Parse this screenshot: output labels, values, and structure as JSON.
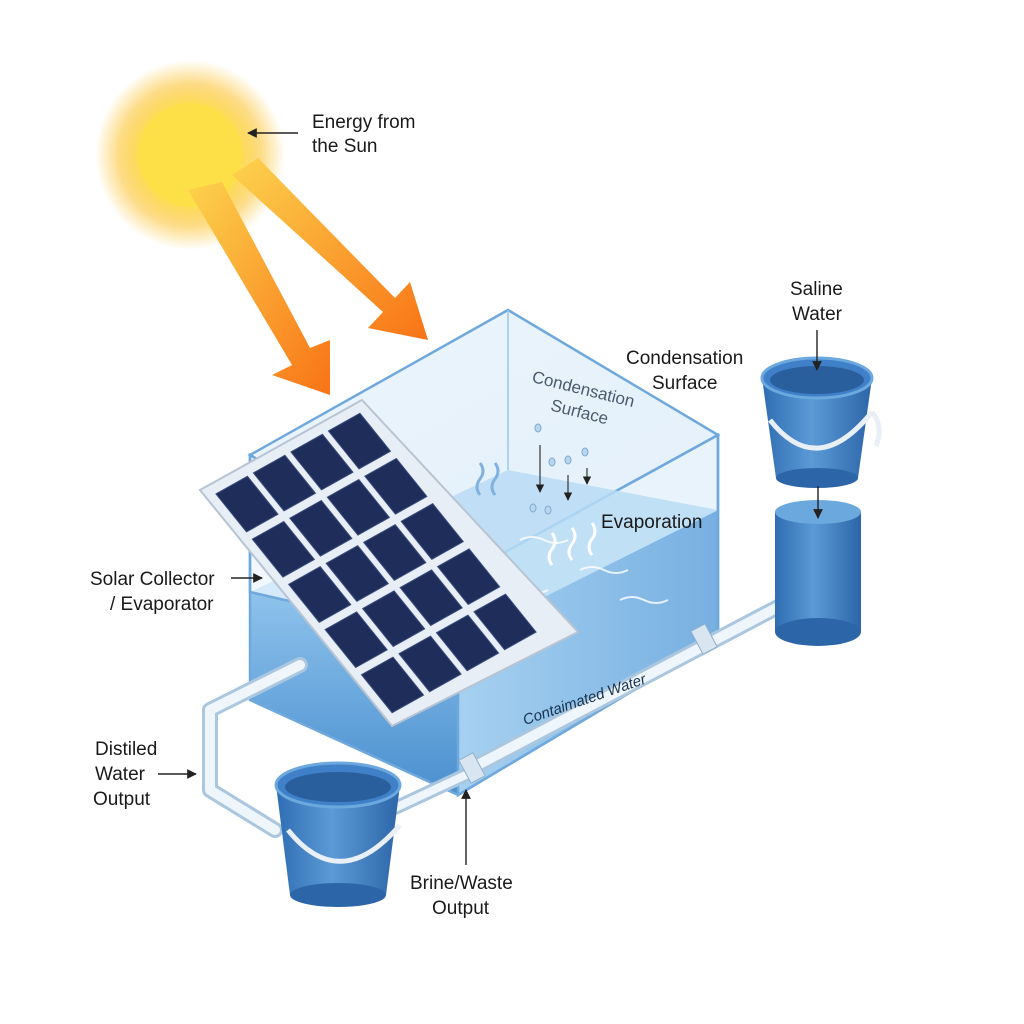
{
  "labels": {
    "sun": [
      "Energy from",
      "the Sun"
    ],
    "saline": [
      "Saline",
      "Water"
    ],
    "condensation_outer": [
      "Condensation",
      "Surface"
    ],
    "condensation_inner": [
      "Condensation",
      "Surface"
    ],
    "evaporation": "Evaporation",
    "collector": [
      "Solar Collector",
      "/ Evaporator"
    ],
    "contaminated": "Contaimated Water",
    "distilled": [
      "Distiled",
      "Water",
      "Output"
    ],
    "brine": [
      "Brine/Waste",
      "Output"
    ]
  },
  "colors": {
    "sun_core": "#fde047",
    "sun_glow": "#fbbf24",
    "ray_start": "#fcd34d",
    "ray_end": "#f97316",
    "water": "#5b9fd6",
    "glass_edge": "#6fa8dc",
    "panel": "#1e2d5a",
    "bucket": "#3d7cc4",
    "pipe": "#e3eef7"
  }
}
